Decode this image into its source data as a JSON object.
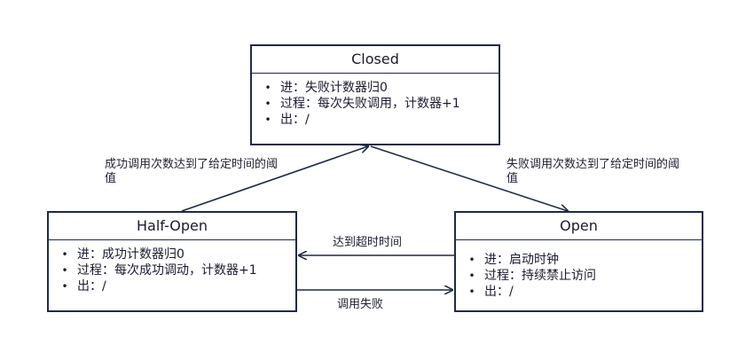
{
  "states": {
    "closed": {
      "title": "Closed",
      "items": [
        "进：失败计数器归0",
        "过程：每次失败调用，计数器+1",
        "出：/"
      ]
    },
    "half_open": {
      "title": "Half-Open",
      "items": [
        "进：成功计数器归0",
        "过程：每次成功调动，计数器+1",
        "出：/"
      ]
    },
    "open": {
      "title": "Open",
      "items": [
        "进：启动时钟",
        "过程：持续禁止访问",
        "出：/"
      ]
    }
  },
  "bullet": "•",
  "transitions": {
    "halfopen_to_closed": "成功调用次数达到了给定时间的阈值",
    "closed_to_open": "失败调用次数达到了给定时间的阈值",
    "open_to_halfopen": "达到超时时间",
    "halfopen_to_open": "调用失败"
  },
  "colors": {
    "border": "#1f2a44",
    "arrow": "#1f2a44",
    "text": "#1a1a2e"
  }
}
